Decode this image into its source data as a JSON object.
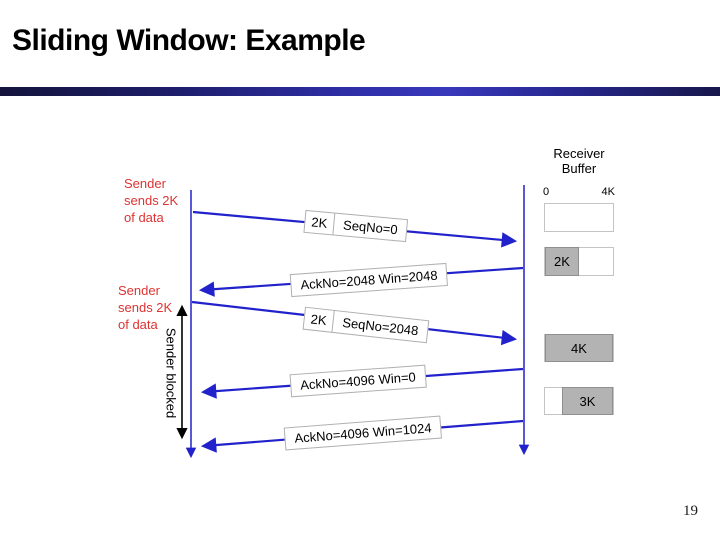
{
  "slide": {
    "title": "Sliding Window: Example",
    "page_number": "19"
  },
  "sender": {
    "note1": "Sender\nsends 2K\nof data",
    "note2": "Sender\nsends 2K\nof data",
    "blocked_label": "Sender blocked"
  },
  "messages": [
    {
      "kind": "data",
      "direction": "sender-to-receiver",
      "size": "2K",
      "label": "SeqNo=0"
    },
    {
      "kind": "ack",
      "direction": "receiver-to-sender",
      "label": "AckNo=2048 Win=2048"
    },
    {
      "kind": "data",
      "direction": "sender-to-receiver",
      "size": "2K",
      "label": "SeqNo=2048"
    },
    {
      "kind": "ack",
      "direction": "receiver-to-sender",
      "label": "AckNo=4096 Win=0"
    },
    {
      "kind": "ack",
      "direction": "receiver-to-sender",
      "label": "AckNo=4096 Win=1024"
    }
  ],
  "receiver": {
    "panel_title": "Receiver\nBuffer",
    "scale_start": "0",
    "scale_end": "4K",
    "buffer_states": [
      {
        "label": "",
        "fill_start_pct": 0,
        "fill_width_pct": 0
      },
      {
        "label": "2K",
        "fill_start_pct": 0,
        "fill_width_pct": 50
      },
      {
        "label": "4K",
        "fill_start_pct": 0,
        "fill_width_pct": 100
      },
      {
        "label": "3K",
        "fill_start_pct": 25,
        "fill_width_pct": 75
      }
    ]
  },
  "colors": {
    "arrow_blue": "#2222cc",
    "note_red": "#dd3333",
    "buffer_fill_gray": "#b3b3b3",
    "title_bar_dark": "#14143c",
    "title_bar_bright": "#3838bc"
  }
}
